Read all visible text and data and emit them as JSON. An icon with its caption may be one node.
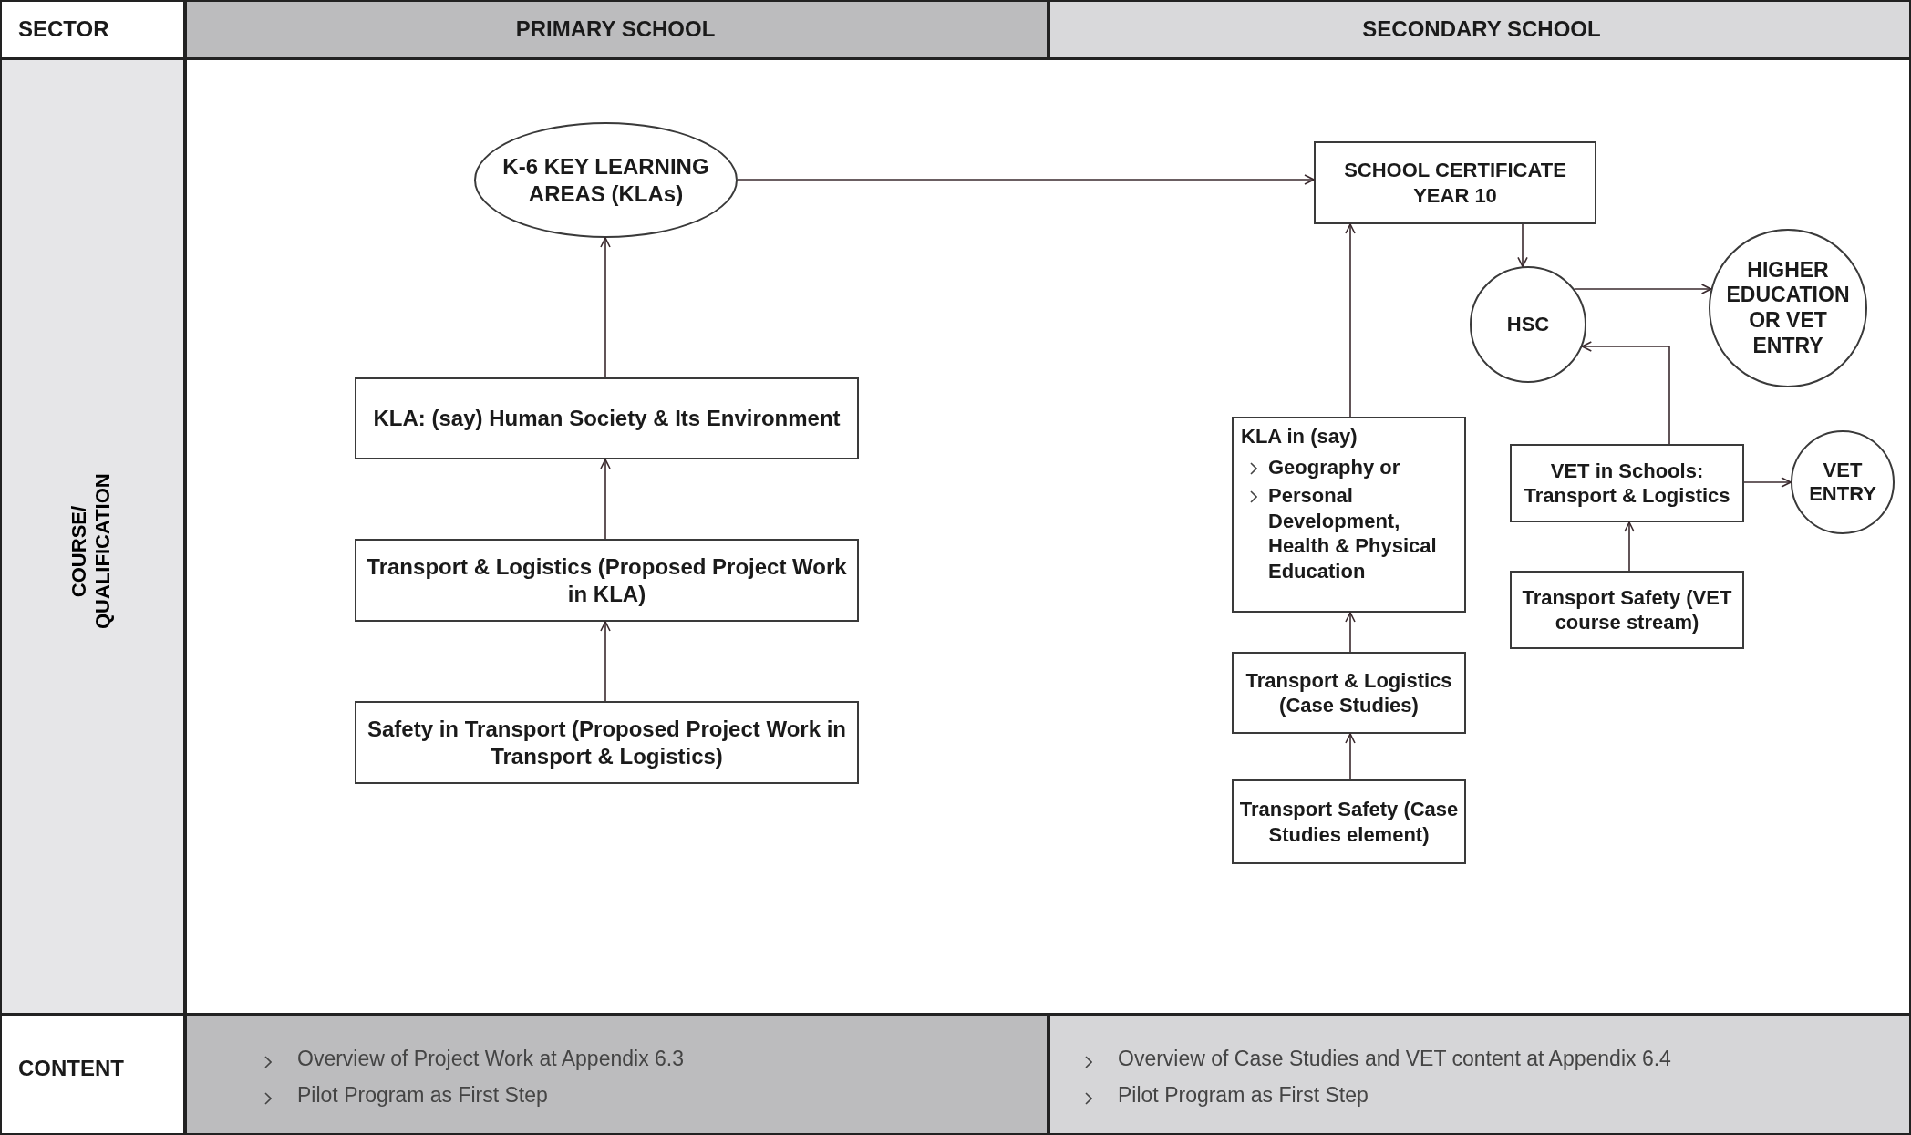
{
  "diagram": {
    "nodes": [
      {
        "text": [
          "K-6 KEY LEARNING AREAS (KLAs)"
        ]
      },
      {
        "text": [
          "KLA: (say) Human Society & Its Environment"
        ]
      },
      {
        "text": [
          "Transport & Logistics (Proposed Project Work in KLA)"
        ]
      },
      {
        "text": [
          "Safety in Transport (Proposed Project Work in Transport & Logistics)"
        ]
      },
      {
        "text": [
          "SCHOOL CERTIFICATE YEAR 10"
        ]
      },
      {
        "text": [
          "HSC"
        ]
      },
      {
        "text": [
          "HIGHER EDUCATION OR VET ENTRY"
        ]
      },
      {
        "text": [
          "KLA in (say)",
          "Geography or",
          "Personal Development, Health & Physical Education"
        ]
      },
      {
        "text": [
          "VET in Schools: Transport & Logistics"
        ]
      },
      {
        "text": [
          "VET ENTRY"
        ]
      },
      {
        "text": [
          "Transport & Logistics (Case Studies)"
        ]
      },
      {
        "text": [
          "Transport Safety (VET course stream)"
        ]
      },
      {
        "text": [
          "Transport Safety (Case Studies element)"
        ]
      }
    ],
    "edges": [
      {
        "from": 0,
        "to": 4,
        "arrow": "to"
      },
      {
        "from": 3,
        "to": 2,
        "arrow": "to"
      },
      {
        "from": 2,
        "to": 1,
        "arrow": "to"
      },
      {
        "from": 1,
        "to": 0,
        "arrow": "to"
      },
      {
        "from": 12,
        "to": 10,
        "arrow": "to"
      },
      {
        "from": 10,
        "to": 7,
        "arrow": "to"
      },
      {
        "from": 7,
        "to": 4,
        "arrow": "to"
      },
      {
        "from": 4,
        "to": 5,
        "arrow": "to"
      },
      {
        "from": 5,
        "to": 6,
        "arrow": "to"
      },
      {
        "from": 8,
        "to": 5,
        "arrow": "to"
      },
      {
        "from": 8,
        "to": 9,
        "arrow": "to"
      },
      {
        "from": 11,
        "to": 8,
        "arrow": "to"
      }
    ],
    "labels": [
      "SECTOR",
      "PRIMARY SCHOOL",
      "SECONDARY SCHOOL",
      "COURSE/ QUALIFICATION",
      "CONTENT",
      "Overview of Project Work at Appendix 6.3",
      "Pilot Program as First Step",
      "Overview of Case Studies and VET content at Appendix 6.4",
      "Pilot Program as First Step"
    ]
  }
}
